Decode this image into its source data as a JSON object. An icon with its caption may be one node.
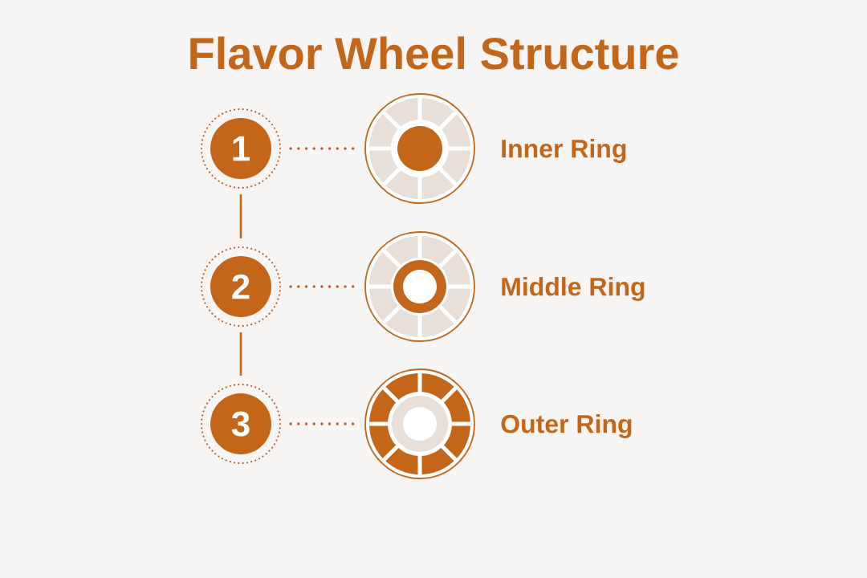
{
  "diagram": {
    "title": "Flavor Wheel Structure",
    "nodes": [
      {
        "text": [
          "1"
        ]
      },
      {
        "text": [],
        "shape": "circle",
        "beside": [
          "Inner Ring"
        ]
      },
      {
        "text": [
          "2"
        ]
      },
      {
        "text": [],
        "shape": "circle",
        "beside": [
          "Middle Ring"
        ]
      },
      {
        "text": [
          "3"
        ]
      },
      {
        "text": [],
        "shape": "circle",
        "beside": [
          "Outer Ring"
        ]
      }
    ],
    "edges": [
      {
        "from": 0,
        "to": 1,
        "arrow": "none",
        "style": "dashed"
      },
      {
        "from": 0,
        "to": 2,
        "arrow": "none"
      },
      {
        "from": 2,
        "to": 3,
        "arrow": "none",
        "style": "dashed"
      },
      {
        "from": 2,
        "to": 4,
        "arrow": "none"
      },
      {
        "from": 4,
        "to": 5,
        "arrow": "none",
        "style": "dashed"
      }
    ]
  }
}
